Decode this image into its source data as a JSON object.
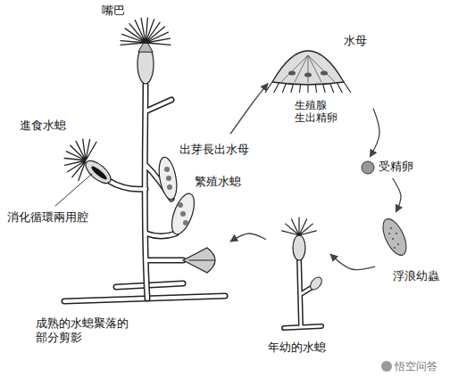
{
  "diagram": {
    "nodes": [
      {
        "text": [
          "水母",
          "生殖腺 生出精卵"
        ]
      },
      {
        "text": [
          "受精卵"
        ]
      },
      {
        "text": [
          "浮浪幼蟲"
        ]
      },
      {
        "text": [
          "年幼的水螅"
        ]
      },
      {
        "text": [
          "成熟的水螅聚落的 部分剪影"
        ]
      }
    ],
    "edges": [
      {
        "from": 4,
        "to": 0,
        "arrow": "to",
        "label": "出芽長出水母"
      },
      {
        "from": 0,
        "to": 1,
        "arrow": "to"
      },
      {
        "from": 1,
        "to": 2,
        "arrow": "to"
      },
      {
        "from": 2,
        "to": 3,
        "arrow": "to"
      },
      {
        "from": 3,
        "to": 4,
        "arrow": "to"
      }
    ],
    "labels": [
      "嘴巴",
      "進食水螅",
      "消化循環兩用腔",
      "繁殖水螅",
      "悟空问答"
    ]
  }
}
